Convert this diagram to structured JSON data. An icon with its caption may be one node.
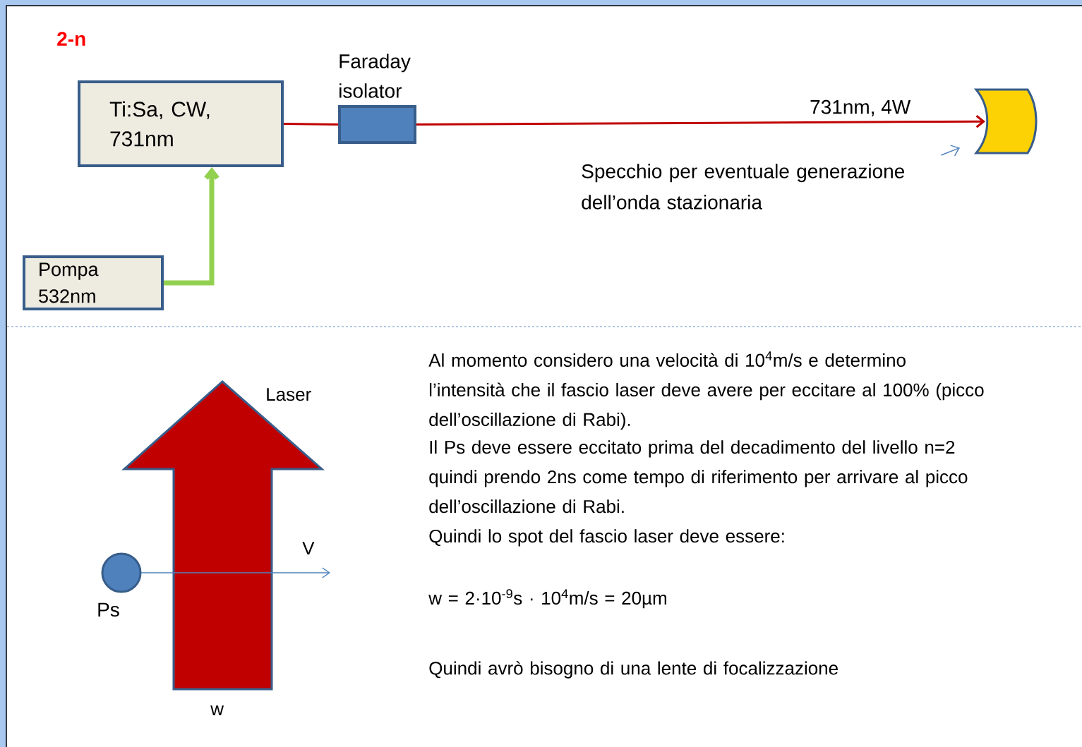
{
  "diagram": {
    "title": "2-n",
    "nodes": [
      {
        "text": [
          "Ti:Sa, CW, 731nm"
        ]
      },
      {
        "text": [
          "Pompa 532nm"
        ]
      },
      {
        "text": [
          "Faraday isolator"
        ]
      },
      {
        "text": [],
        "shape": "box"
      },
      {
        "text": [
          "Specchio per eventuale generazione dell’onda stazionaria"
        ]
      },
      {
        "text": [],
        "shape": "circle",
        "beside": [
          "Ps"
        ]
      }
    ],
    "edges": [
      {
        "from": 1,
        "to": 0,
        "arrow": "to",
        "style": "thick",
        "color": "#92d050"
      },
      {
        "from": 0,
        "to": 2,
        "arrow": "none"
      },
      {
        "from": 2,
        "to": 3,
        "arrow": "to",
        "label": "731nm, 4W"
      },
      {
        "from": 4,
        "to": 3,
        "arrow": "to",
        "color": "#4f81bd"
      }
    ],
    "labels": [
      "Laser",
      "V",
      "w",
      "Al momento considero una velocità di 10$^{4}$m/s e determino l’intensità che il fascio laser deve avere per eccitare al 100% (picco dell’oscillazione di Rabi).",
      "Il Ps deve essere eccitato prima del decadimento del livello n=2 quindi prendo 2ns come tempo di riferimento per arrivare al picco dell’oscillazione di Rabi.",
      "Quindi lo spot del fascio laser deve essere:",
      "w = 2·10$^{-9}$s · 10$^{4}$m/s = 20µm",
      "Quindi avrò bisogno di una lente di focalizzazione"
    ]
  }
}
